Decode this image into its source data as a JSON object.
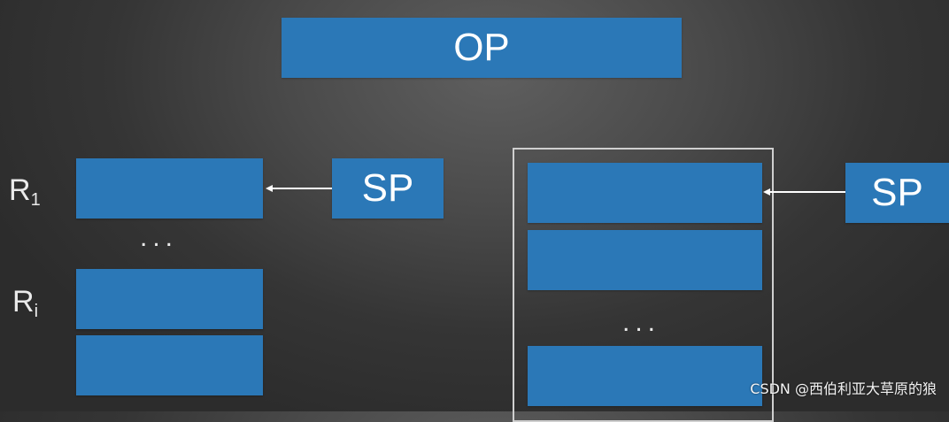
{
  "diagram": {
    "op_label": "OP",
    "left_sp_label": "SP",
    "right_sp_label": "SP",
    "register_labels": {
      "r1_main": "R",
      "r1_sub": "1",
      "ri_main": "R",
      "ri_sub": "i"
    },
    "ellipsis_left": "...",
    "ellipsis_right": "..."
  },
  "watermark": {
    "text": "CSDN @西伯利亚大草原的狼"
  },
  "colors": {
    "box_fill": "#2b78b7",
    "background": "#3a3a3a",
    "text": "#ffffff",
    "frame": "#cfcfcf"
  }
}
